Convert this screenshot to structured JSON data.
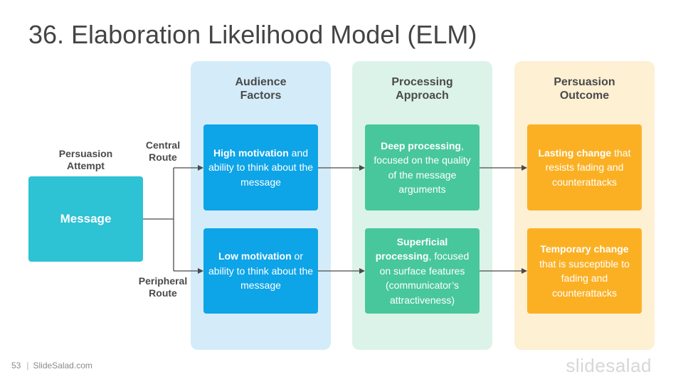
{
  "slide": {
    "title": "36. Elaboration Likelihood Model (ELM)",
    "page_number": "53",
    "footer_text": "SlideSalad.com",
    "footer_separator": "|",
    "brand": "slidesalad"
  },
  "columns": {
    "audience": {
      "line1": "Audience",
      "line2": "Factors"
    },
    "processing": {
      "line1": "Processing",
      "line2": "Approach"
    },
    "outcome": {
      "line1": "Persuasion",
      "line2": "Outcome"
    }
  },
  "left": {
    "attempt_line1": "Persuasion",
    "attempt_line2": "Attempt",
    "message": "Message",
    "central_line1": "Central",
    "central_line2": "Route",
    "peripheral_line1": "Peripheral",
    "peripheral_line2": "Route"
  },
  "central": {
    "audience_bold": "High motivation",
    "audience_rest": " and ability to think about the message",
    "processing_bold": "Deep processing",
    "processing_rest": ", focused on the quality of the message arguments",
    "outcome_bold": "Lasting change",
    "outcome_rest": " that resists fading and counterattacks"
  },
  "peripheral": {
    "audience_bold": "Low motivation",
    "audience_rest": " or ability to think about the message",
    "processing_bold": "Superficial processing",
    "processing_rest": ", focused on surface features (communicator’s attractiveness)",
    "outcome_bold": "Temporary change",
    "outcome_rest": " that is susceptible to fading and counterattacks"
  },
  "colors": {
    "message": "#2dc2d4",
    "audience": "#0ea4e8",
    "processing": "#48c79c",
    "outcome": "#fbb024",
    "audience_bg": "#d4ecf9",
    "processing_bg": "#dcf3ea",
    "outcome_bg": "#fdf0d3"
  }
}
